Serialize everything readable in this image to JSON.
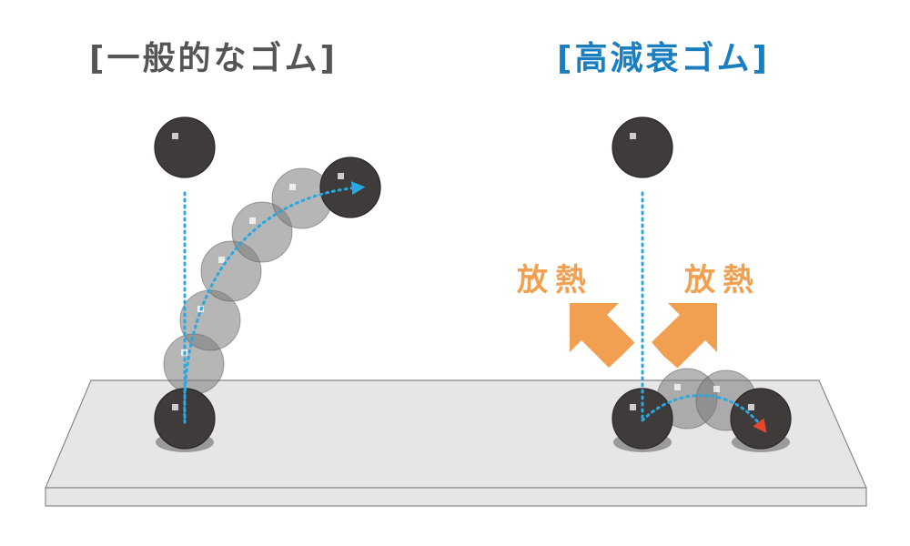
{
  "titles": {
    "normal_rubber": "[一般的なゴム]",
    "high_damping_rubber": "[高減衰ゴム]"
  },
  "labels": {
    "heat_left": "放熱",
    "heat_right": "放熱"
  },
  "colors": {
    "normal_title": "#555555",
    "damping_title": "#1a7fc1",
    "heat": "#f0a050",
    "trajectory": "#29a8e0",
    "ball": "#3f3b3b",
    "ghost_ball": "#7a7a7a",
    "end_arrow": "#e8462a",
    "platform": "#e6e6e6",
    "platform_edge": "#888888",
    "shadow": "#9a9a9a"
  },
  "icons": {
    "heat_arrow": "thick-arrow-up-left / thick-arrow-up-right",
    "trajectory": "dotted-curve-arrow"
  }
}
